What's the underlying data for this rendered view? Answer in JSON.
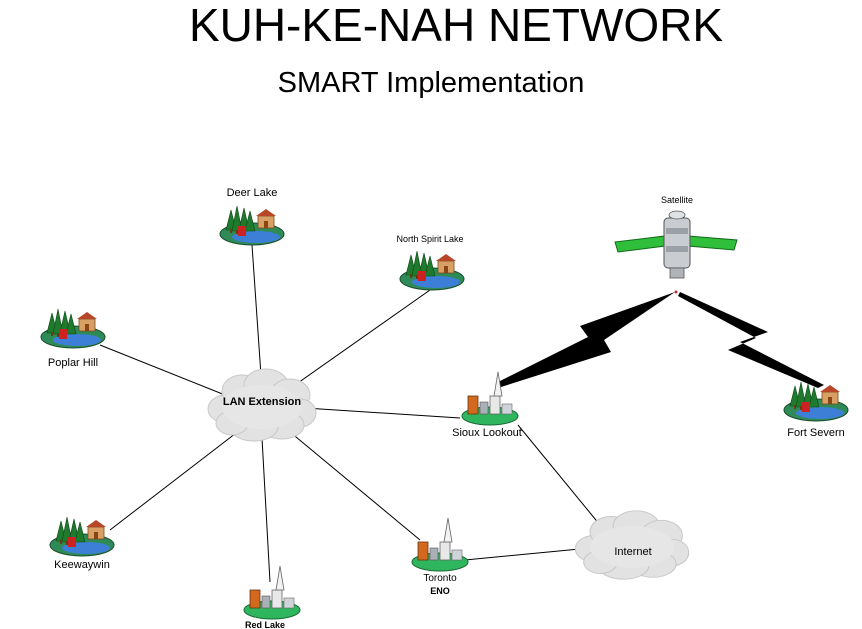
{
  "title": "KUH-KE-NAH NETWORK",
  "subtitle": "SMART Implementation",
  "nodes": {
    "deer_lake": "Deer Lake",
    "north_spirit_lake": "North Spirit Lake",
    "poplar_hill": "Poplar Hill",
    "lan_extension": "LAN Extension",
    "satellite": "Satellite",
    "sioux_lookout": "Sioux Lookout",
    "fort_severn": "Fort Severn",
    "keewaywin": "Keewaywin",
    "toronto_line1": "Toronto",
    "toronto_line2": "ENO",
    "internet": "Internet",
    "red_lake": "Red Lake"
  }
}
